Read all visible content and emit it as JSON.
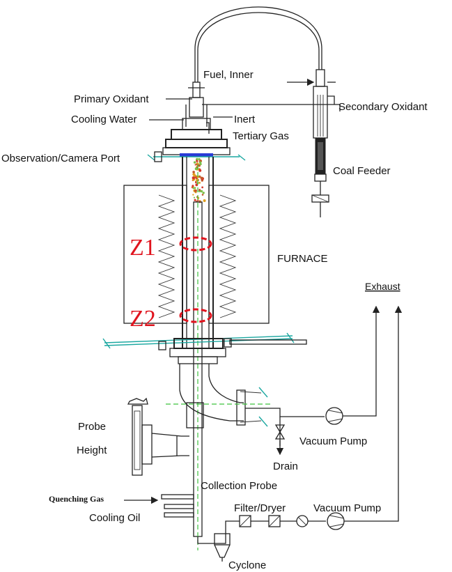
{
  "labels": {
    "fuel_inner": "Fuel, Inner",
    "primary_oxidant": "Primary Oxidant",
    "secondary_oxidant": "Secondary Oxidant",
    "cooling_water": "Cooling Water",
    "inert": "Inert",
    "tertiary_gas": "Tertiary Gas",
    "observation_port": "Observation/Camera Port",
    "coal_feeder": "Coal Feeder",
    "furnace": "FURNACE",
    "zone1": "Z1",
    "zone2": "Z2",
    "exhaust": "Exhaust",
    "probe": "Probe",
    "height": "Height",
    "vacuum_pump_1": "Vacuum Pump",
    "drain": "Drain",
    "collection_probe": "Collection Probe",
    "quenching_gas": "Quenching Gas",
    "cooling_oil": "Cooling Oil",
    "filter_dryer": "Filter/Dryer",
    "vacuum_pump_2": "Vacuum Pump",
    "cyclone": "Cyclone"
  },
  "colors": {
    "zone_marker": "#e0141e",
    "centerline": "#3cc23c",
    "flange_accent": "#1aa7a0",
    "window": "#2a3bd6"
  }
}
